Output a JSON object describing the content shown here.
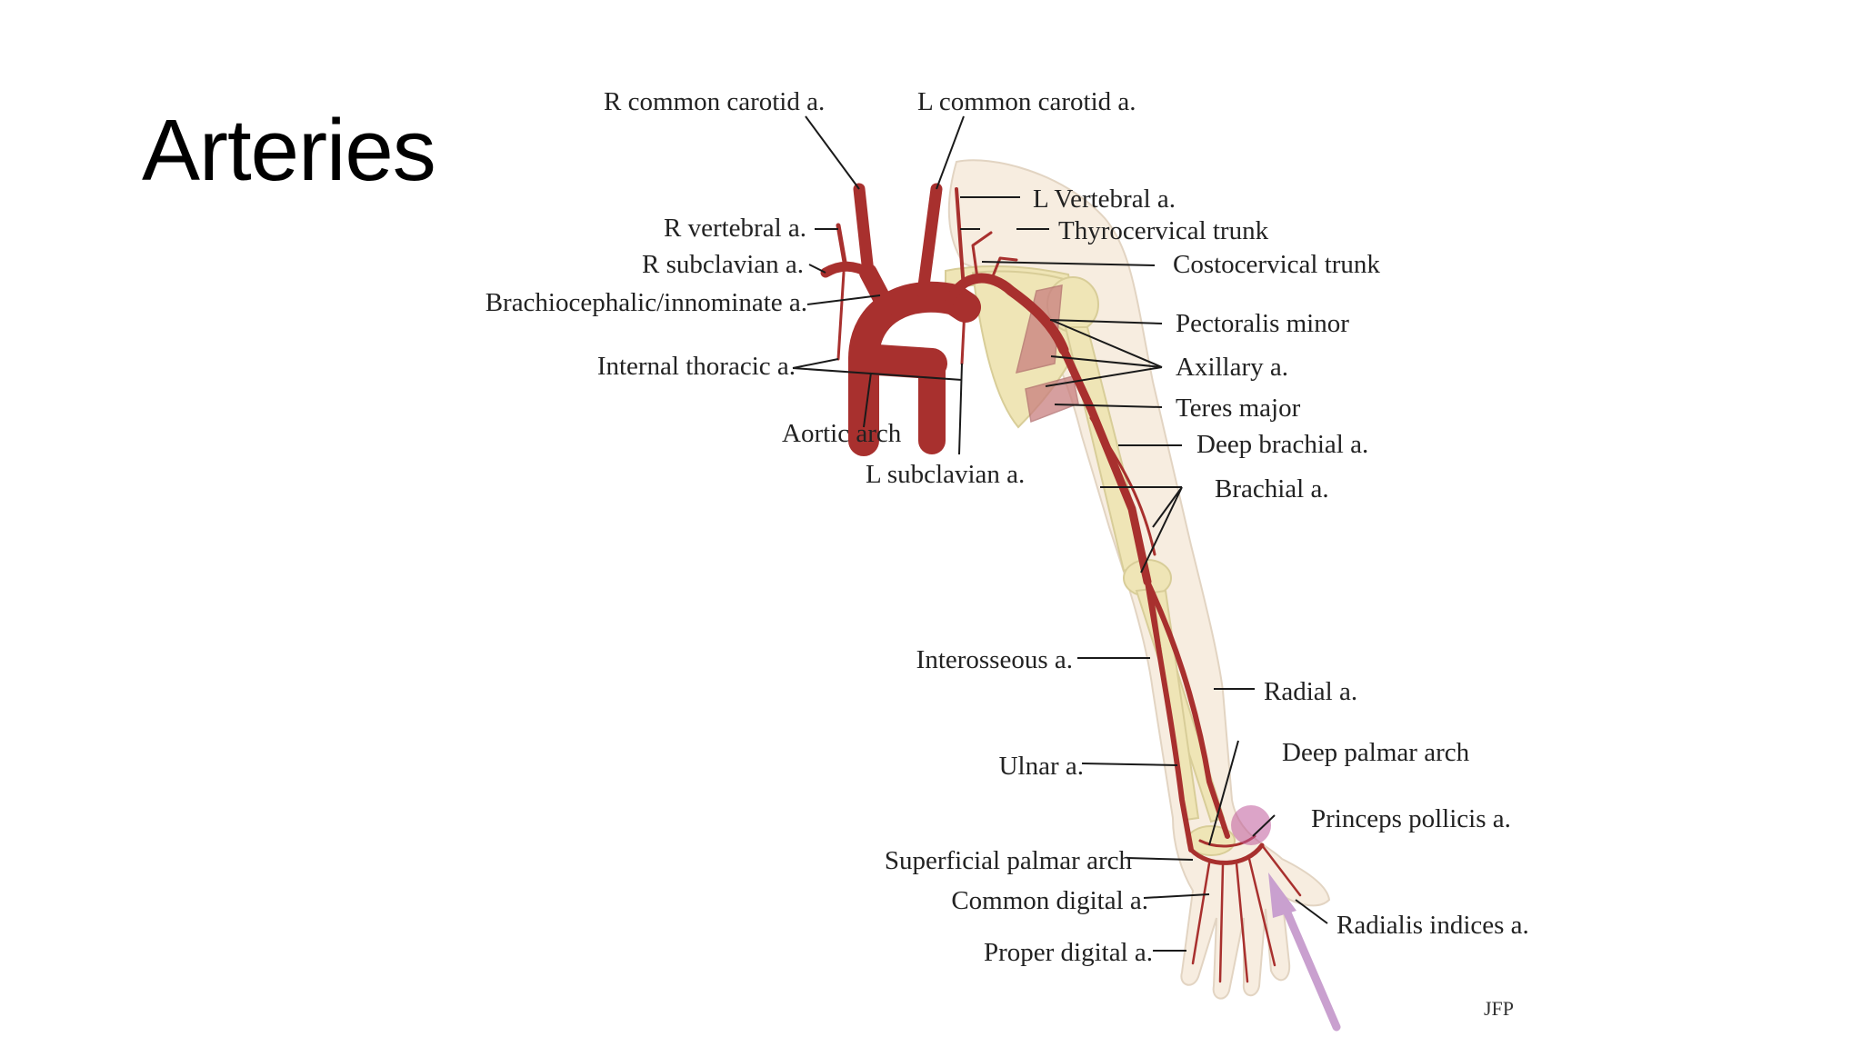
{
  "slide": {
    "title": "Arteries"
  },
  "diagram": {
    "labels": {
      "r_common_carotid": "R common carotid a.",
      "l_common_carotid": "L common carotid a.",
      "l_vertebral": "L Vertebral a.",
      "r_vertebral": "R vertebral a.",
      "thyrocervical": "Thyrocervical trunk",
      "r_subclavian": "R subclavian a.",
      "costocervical": "Costocervical trunk",
      "brachiocephalic": "Brachiocephalic/innominate a.",
      "pectoralis_minor": "Pectoralis minor",
      "internal_thoracic": "Internal thoracic a.",
      "axillary": "Axillary a.",
      "teres_major": "Teres major",
      "aortic_arch": "Aortic arch",
      "deep_brachial": "Deep brachial a.",
      "l_subclavian": "L subclavian a.",
      "brachial": "Brachial a.",
      "interosseous": "Interosseous a.",
      "radial": "Radial a.",
      "deep_palmar_arch": "Deep palmar arch",
      "ulnar": "Ulnar a.",
      "princeps_pollicis": "Princeps pollicis a.",
      "superficial_palmar_arch": "Superficial palmar arch",
      "common_digital": "Common digital a.",
      "radialis_indices": "Radialis indices a.",
      "proper_digital": "Proper digital a."
    },
    "signature": "JFP",
    "colors": {
      "artery": "#a8302e",
      "bone": "#efe5b6",
      "skin": "#f7ede0",
      "muscle": "#c97f7f",
      "pointer_arrow": "#c9a0cf"
    }
  }
}
